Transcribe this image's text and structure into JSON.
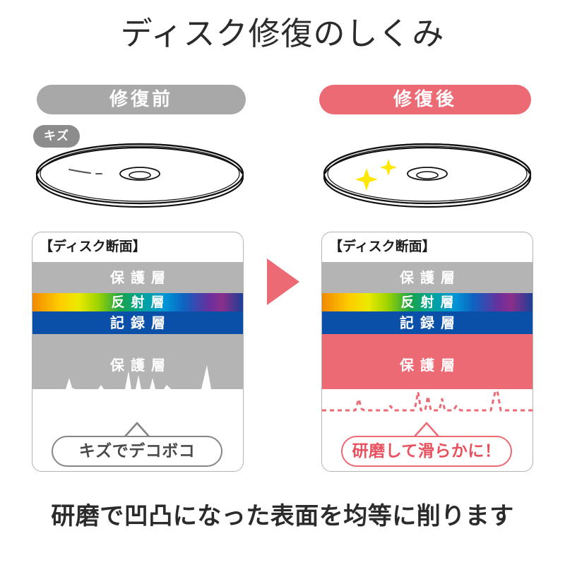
{
  "page": {
    "title": "ディスク修復のしくみ",
    "caption": "研磨で凹凸になった表面を均等に削ります",
    "background_color": "#ffffff",
    "accent_color": "#ec6a74",
    "gray_color": "#a8a8a8"
  },
  "columns": {
    "before": {
      "pill_label": "修復前",
      "pill_color": "#a8a8a8",
      "scratch_bubble": "キズ",
      "disk_state": "scratched-disk",
      "panel": {
        "title": "【ディスク断面】",
        "layers": [
          {
            "label": "保護層",
            "name": "protective-layer-top",
            "color": "#b4b4b4"
          },
          {
            "label": "反射層",
            "name": "reflective-layer",
            "color": "rainbow-gradient"
          },
          {
            "label": "記録層",
            "name": "recording-layer",
            "color": "#0b50a8"
          },
          {
            "label": "保護層",
            "name": "protective-layer-bottom",
            "color": "#b4b4b4"
          }
        ],
        "callout": "キズでデコボコ",
        "callout_color": "#868686",
        "surface_profile": "jagged"
      }
    },
    "after": {
      "pill_label": "修復後",
      "pill_color": "#ec6a74",
      "disk_state": "polished-disk-with-sparkles",
      "panel": {
        "title": "【ディスク断面】",
        "layers": [
          {
            "label": "保護層",
            "name": "protective-layer-top",
            "color": "#b4b4b4"
          },
          {
            "label": "反射層",
            "name": "reflective-layer",
            "color": "rainbow-gradient"
          },
          {
            "label": "記録層",
            "name": "recording-layer",
            "color": "#0b50a8"
          },
          {
            "label": "保護層",
            "name": "protective-layer-bottom",
            "color": "#ec6a74"
          }
        ],
        "callout": "研磨して滑らかに！",
        "callout_color": "#ec6a74",
        "surface_profile": "smooth-with-dashed-original-outline"
      }
    }
  },
  "arrow": {
    "name": "process-arrow",
    "direction": "right",
    "color": "#ec6a74"
  }
}
